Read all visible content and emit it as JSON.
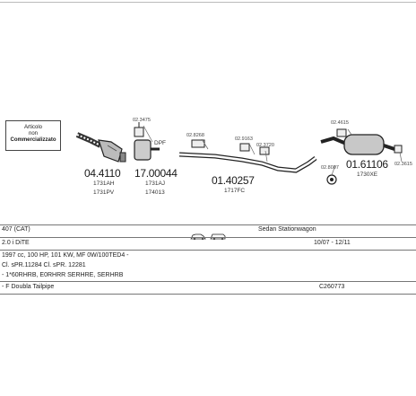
{
  "notice": {
    "line1": "Articolo",
    "line2": "non",
    "line3": "Commercializzato"
  },
  "parts": {
    "cat_main": "04.4110",
    "cat_ref1": "1731AH",
    "cat_ref2": "1731PV",
    "dpf_main": "17.00044",
    "dpf_ref1": "1731AJ",
    "dpf_ref2": "174013",
    "dpf_label": "DPF",
    "mid_main": "01.40257",
    "mid_ref1": "1717FC",
    "rear_main": "01.61106",
    "rear_ref1": "1730XE",
    "clamp_1": "02.3475",
    "clamp_2": "02.8268",
    "clamp_3": "02.9163",
    "clamp_4": "02.3720",
    "clamp_5": "02.4615",
    "clamp_6": "02.8007",
    "clamp_7": "02.3615"
  },
  "info": {
    "model": "407 (CAT)",
    "body": "Sedan Stationwagon",
    "engine": "2.0 i DiTE",
    "years": "10/07 - 12/11",
    "spec": "1997 cc, 100 HP, 101 KW, MF 0W/100TED4 -",
    "ctrl": "Cl. sPR.11284 Cl. sPR. 12281",
    "codes": "- 1*60RHRB, E0RHRR SERHRE, SERHRB",
    "tailpipe": "- F Doubla Tailpipe",
    "catalog_no": "C260773"
  }
}
